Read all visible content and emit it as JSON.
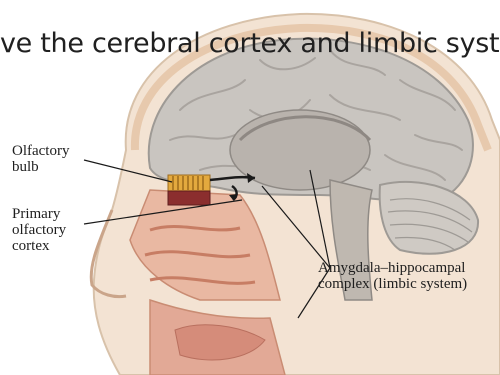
{
  "slide": {
    "title": "ve the cerebral cortex and limbic syste"
  },
  "labels": {
    "olfactory_bulb": [
      "Olfactory",
      "bulb"
    ],
    "primary_olfactory_cortex": [
      "Primary",
      "olfactory",
      "cortex"
    ],
    "amygdala_hippocampal": [
      "Amygdala–hippocampal",
      "complex (limbic system)"
    ]
  }
}
